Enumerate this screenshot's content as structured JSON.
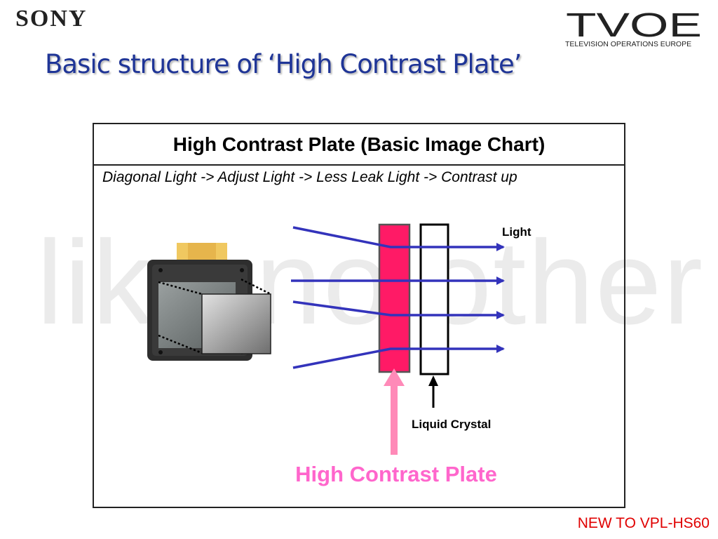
{
  "watermark": "like no other",
  "header": {
    "sony_logo": "SONY",
    "tvoe_logo": "TVOE",
    "tvoe_subtitle": "TELEVISION OPERATIONS EUROPE"
  },
  "slide_title": "Basic structure of ‘High Contrast Plate’",
  "panel": {
    "title": "High Contrast Plate (Basic Image Chart)",
    "subtitle": "Diagonal Light -> Adjust Light -> Less Leak Light -> Contrast up"
  },
  "diagram": {
    "light_label": "Light",
    "liquid_crystal_label": "Liquid Crystal",
    "high_contrast_plate_label": "High Contrast Plate",
    "colors": {
      "light_ray": "#3333bb",
      "plate_fill": "#ff1a66",
      "plate_arrow": "#ff8ab8",
      "plate_label": "#ff66cc"
    }
  },
  "footer_note": "NEW TO VPL-HS60"
}
